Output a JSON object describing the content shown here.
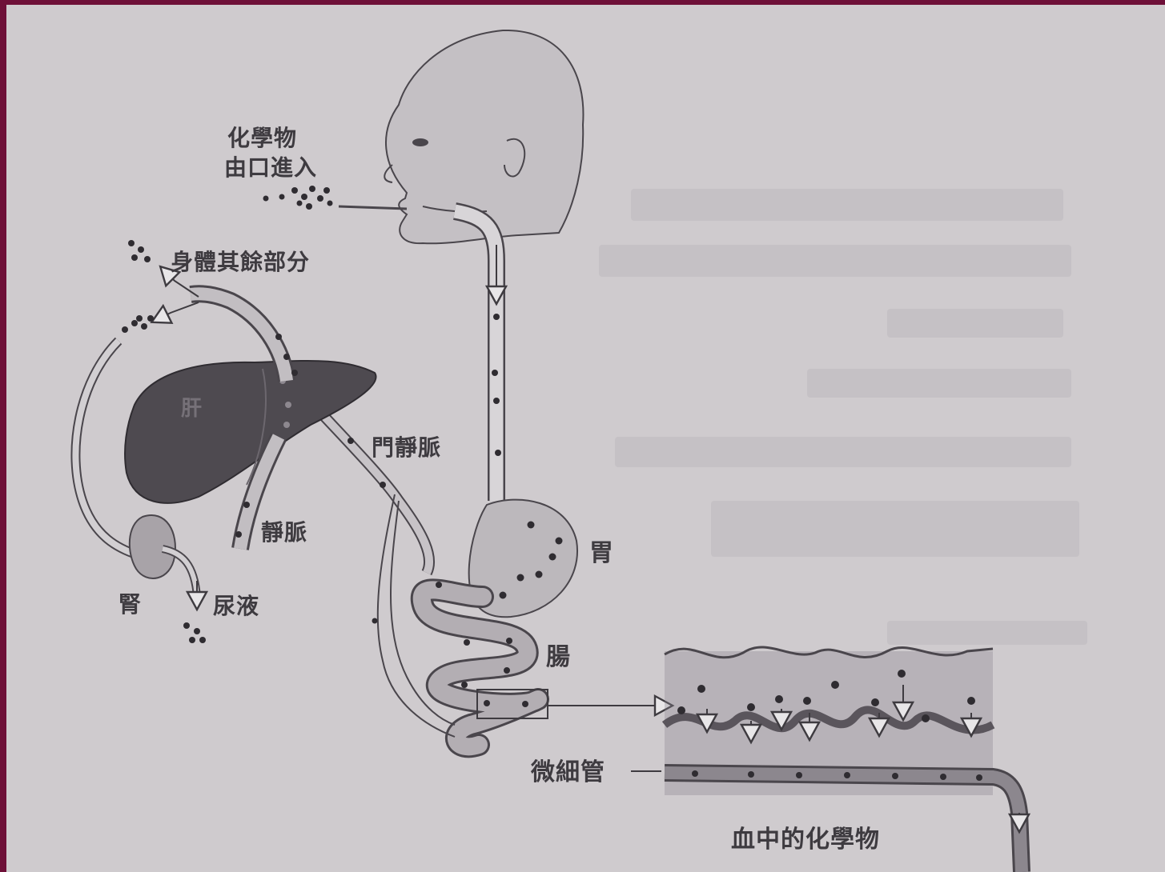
{
  "diagram": {
    "labels": {
      "chemical_enters": [
        "化學物",
        "由口進入"
      ],
      "rest_of_body": "身體其餘部分",
      "liver": "肝",
      "portal_vein": "門靜脈",
      "vein": "靜脈",
      "stomach": "胃",
      "kidney": "腎",
      "urine": "尿液",
      "intestine": "腸",
      "capillary": "微細管",
      "chemicals_in_blood": "血中的化學物"
    },
    "colors": {
      "paper": "#cfcbce",
      "frame": "#6e1038",
      "ink": "#3e3b40",
      "organ_dark": "#4a464c",
      "organ_mid": "#a39ea4",
      "dot": "#2f2c31"
    }
  }
}
